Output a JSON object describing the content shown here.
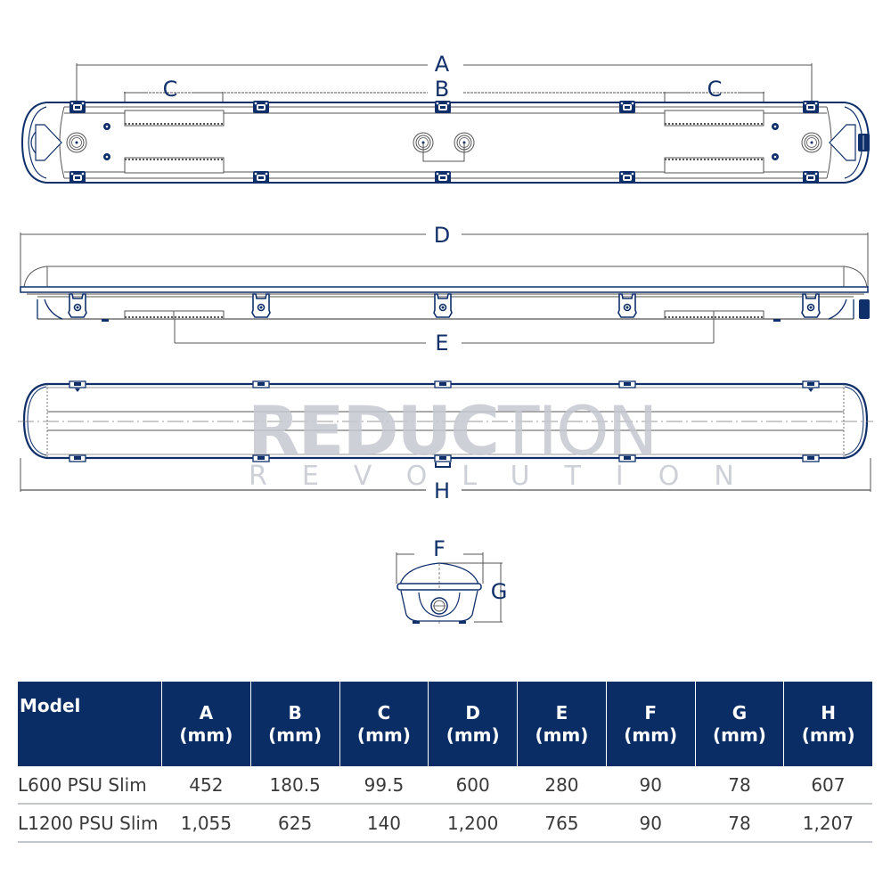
{
  "diagram": {
    "dimension_labels": {
      "A": "A",
      "B": "B",
      "C_left": "C",
      "C_right": "C",
      "D": "D",
      "E": "E",
      "F": "F",
      "G": "G",
      "H": "H"
    },
    "views": [
      "top-view",
      "side-view",
      "front-view",
      "end-view"
    ],
    "colors": {
      "outline": "#0f2f6b",
      "line": "#555555",
      "label": "#12306a",
      "watermark": "#c5c9d1"
    }
  },
  "watermark": {
    "main_bold": "REDUC",
    "main_thin": "TION",
    "sub": "REVOLUTION"
  },
  "table": {
    "header": {
      "model": "Model",
      "columns": [
        {
          "letter": "A",
          "unit": "(mm)"
        },
        {
          "letter": "B",
          "unit": "(mm)"
        },
        {
          "letter": "C",
          "unit": "(mm)"
        },
        {
          "letter": "D",
          "unit": "(mm)"
        },
        {
          "letter": "E",
          "unit": "(mm)"
        },
        {
          "letter": "F",
          "unit": "(mm)"
        },
        {
          "letter": "G",
          "unit": "(mm)"
        },
        {
          "letter": "H",
          "unit": "(mm)"
        }
      ]
    },
    "rows": [
      {
        "model": "L600 PSU Slim",
        "values": [
          "452",
          "180.5",
          "99.5",
          "600",
          "280",
          "90",
          "78",
          "607"
        ]
      },
      {
        "model": "L1200 PSU Slim",
        "values": [
          "1,055",
          "625",
          "140",
          "1,200",
          "765",
          "90",
          "78",
          "1,207"
        ]
      }
    ],
    "colors": {
      "header_bg": "#0b2d66",
      "header_text": "#ffffff",
      "row_text": "#3a3a3a",
      "row_border": "#c3c6cb"
    }
  }
}
